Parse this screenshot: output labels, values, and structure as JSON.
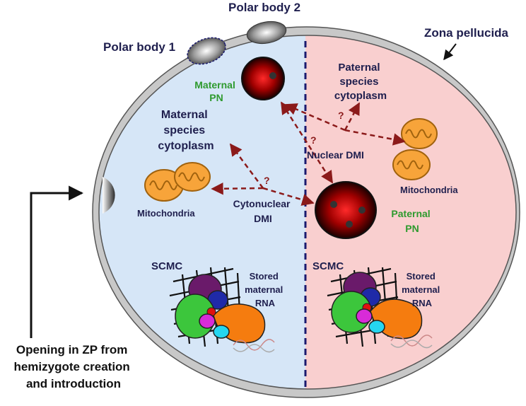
{
  "labels": {
    "polar_body_1": "Polar body 1",
    "polar_body_2": "Polar body 2",
    "zona_pellucida": "Zona pellucida",
    "maternal_pn_line1": "Maternal",
    "maternal_pn_line2": "PN",
    "paternal_pn_line1": "Paternal",
    "paternal_pn_line2": "PN",
    "maternal_cyto_line1": "Maternal",
    "maternal_cyto_line2": "species",
    "maternal_cyto_line3": "cytoplasm",
    "paternal_cyto_line1": "Paternal",
    "paternal_cyto_line2": "species",
    "paternal_cyto_line3": "cytoplasm",
    "nuclear_dmi": "Nuclear DMI",
    "cytonuclear_line1": "Cytonuclear",
    "cytonuclear_line2": "DMI",
    "mito_left": "Mitochondria",
    "mito_right": "Mitochondria",
    "scmc_left": "SCMC",
    "scmc_right": "SCMC",
    "rna_left_line1": "Stored",
    "rna_left_line2": "maternal",
    "rna_left_line3": "RNA",
    "rna_right_line1": "Stored",
    "rna_right_line2": "maternal",
    "rna_right_line3": "RNA",
    "question_mark": "?",
    "opening_line1": "Opening in ZP from",
    "opening_line2": "hemizygote creation",
    "opening_line3": "and introduction"
  },
  "colors": {
    "zona": "#c8c8c8",
    "maternal_half": "#d6e6f7",
    "paternal_half": "#f9cfcf",
    "arrow": "#8b1a1a",
    "pn_core": "#e01010",
    "mito": "#f7a43a"
  }
}
